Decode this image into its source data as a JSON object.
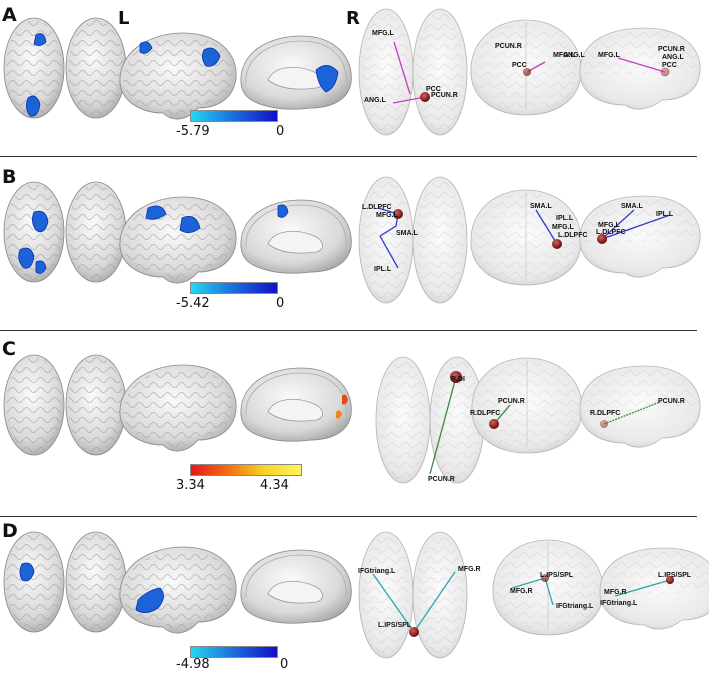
{
  "side_labels": {
    "left": "L",
    "right": "R"
  },
  "panels": [
    {
      "letter": "A",
      "colorbar": {
        "min": "-5.79",
        "max": "0",
        "scheme": "blue"
      },
      "nodes": [
        "MFG.L",
        "ANG.L",
        "PCC",
        "PCUN.R",
        "PCUN.R",
        "MFG.L",
        "ANG.L",
        "PCC",
        "MFG.L",
        "PCUN.R",
        "ANG.L",
        "PCC"
      ],
      "edge_color": "#c63cc8"
    },
    {
      "letter": "B",
      "colorbar": {
        "min": "-5.42",
        "max": "0",
        "scheme": "blue"
      },
      "nodes": [
        "L.DLPFC",
        "MFG.L",
        "SMA.L",
        "IPL.L",
        "SMA.L",
        "IPL.L",
        "MFG.L",
        "L.DLPFC",
        "SMA.L",
        "MFG.L",
        "IPL.L",
        "L.DLPFC"
      ],
      "edge_color": "#2f3ad1"
    },
    {
      "letter": "C",
      "colorbar": {
        "min": "3.34",
        "max": "4.34",
        "scheme": "hot"
      },
      "nodes": [
        "R.DI",
        "PCUN.R",
        "PCUN.R",
        "R.DLPFC",
        "R.DLPFC",
        "PCUN.R"
      ],
      "edge_color": "#3a8a3a"
    },
    {
      "letter": "D",
      "colorbar": {
        "min": "-4.98",
        "max": "0",
        "scheme": "blue"
      },
      "nodes": [
        "IFGtriang.L",
        "MFG.R",
        "L.IPS/SPL",
        "L.IPS/SPL",
        "MFG.R",
        "IFGtriang.L",
        "L.IPS/SPL",
        "MFG.R",
        "IFGtriang.L"
      ],
      "edge_color": "#2aa6ae"
    }
  ]
}
